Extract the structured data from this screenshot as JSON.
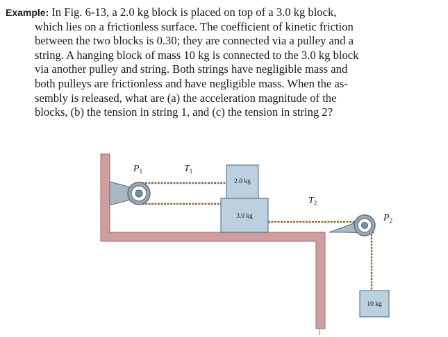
{
  "problem": {
    "label": "Example:",
    "lines": [
      "In Fig. 6-13, a 2.0 kg block is placed on top of a 3.0 kg block,",
      "which lies on a frictionless surface. The coefficient of kinetic friction",
      "between the two blocks is 0.30; they are connected via a pulley and a",
      "string. A hanging block of mass 10 kg is connected to the 3.0 kg block",
      "via another pulley and string. Both strings have negligible mass and",
      "both pulleys are frictionless and have negligible mass. When the as-",
      "sembly is released, what are (a) the acceleration magnitude of the",
      "blocks, (b) the tension in string 1, and (c) the tension in string 2?"
    ]
  },
  "figure": {
    "labels": {
      "p1": "P",
      "p1_sub": "1",
      "t1": "T",
      "t1_sub": "1",
      "t2": "T",
      "t2_sub": "2",
      "p2": "P",
      "p2_sub": "2",
      "block_top": "2.0 kg",
      "block_bottom": "3.0 kg",
      "block_hanging": "10 kg"
    },
    "colors": {
      "wall": "#cf9d9d",
      "wall_edge": "#9c6a6a",
      "block": "#bcd0df",
      "block_edge": "#4b6478",
      "pulley": "#9aaab8",
      "pulley_dark": "#5e6e7c",
      "string": "#8a6a4a"
    }
  }
}
